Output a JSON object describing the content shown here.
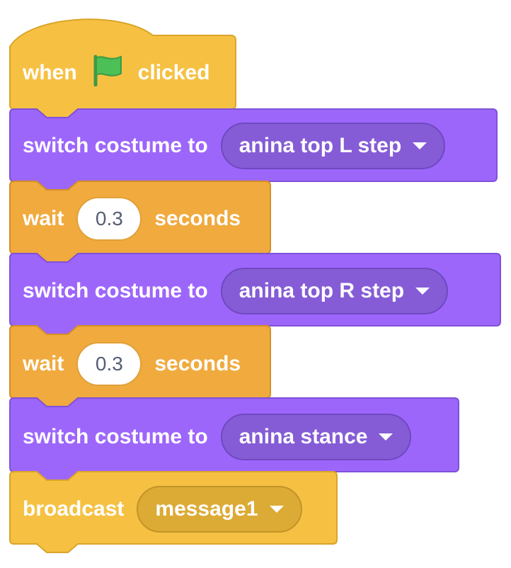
{
  "colors": {
    "events": "#ffbf00",
    "events_fill": "#f6c143",
    "looks": "#9966ff",
    "looks_fill": "#9d66fb",
    "control": "#ffab19",
    "control_fill": "#f0aa3e",
    "flag_green": "#4cbf56",
    "text": "#ffffff",
    "input_text": "#575e75"
  },
  "script": {
    "hat": {
      "word1": "when",
      "icon": "green-flag-icon",
      "word2": "clicked"
    },
    "blocks": [
      {
        "type": "switch-costume",
        "label": "switch costume to",
        "dropdown": "anina top L step"
      },
      {
        "type": "wait",
        "label_before": "wait",
        "value": "0.3",
        "label_after": "seconds"
      },
      {
        "type": "switch-costume",
        "label": "switch costume to",
        "dropdown": "anina top R step"
      },
      {
        "type": "wait",
        "label_before": "wait",
        "value": "0.3",
        "label_after": "seconds"
      },
      {
        "type": "switch-costume",
        "label": "switch costume to",
        "dropdown": "anina stance"
      },
      {
        "type": "broadcast",
        "label": "broadcast",
        "dropdown": "message1"
      }
    ]
  }
}
